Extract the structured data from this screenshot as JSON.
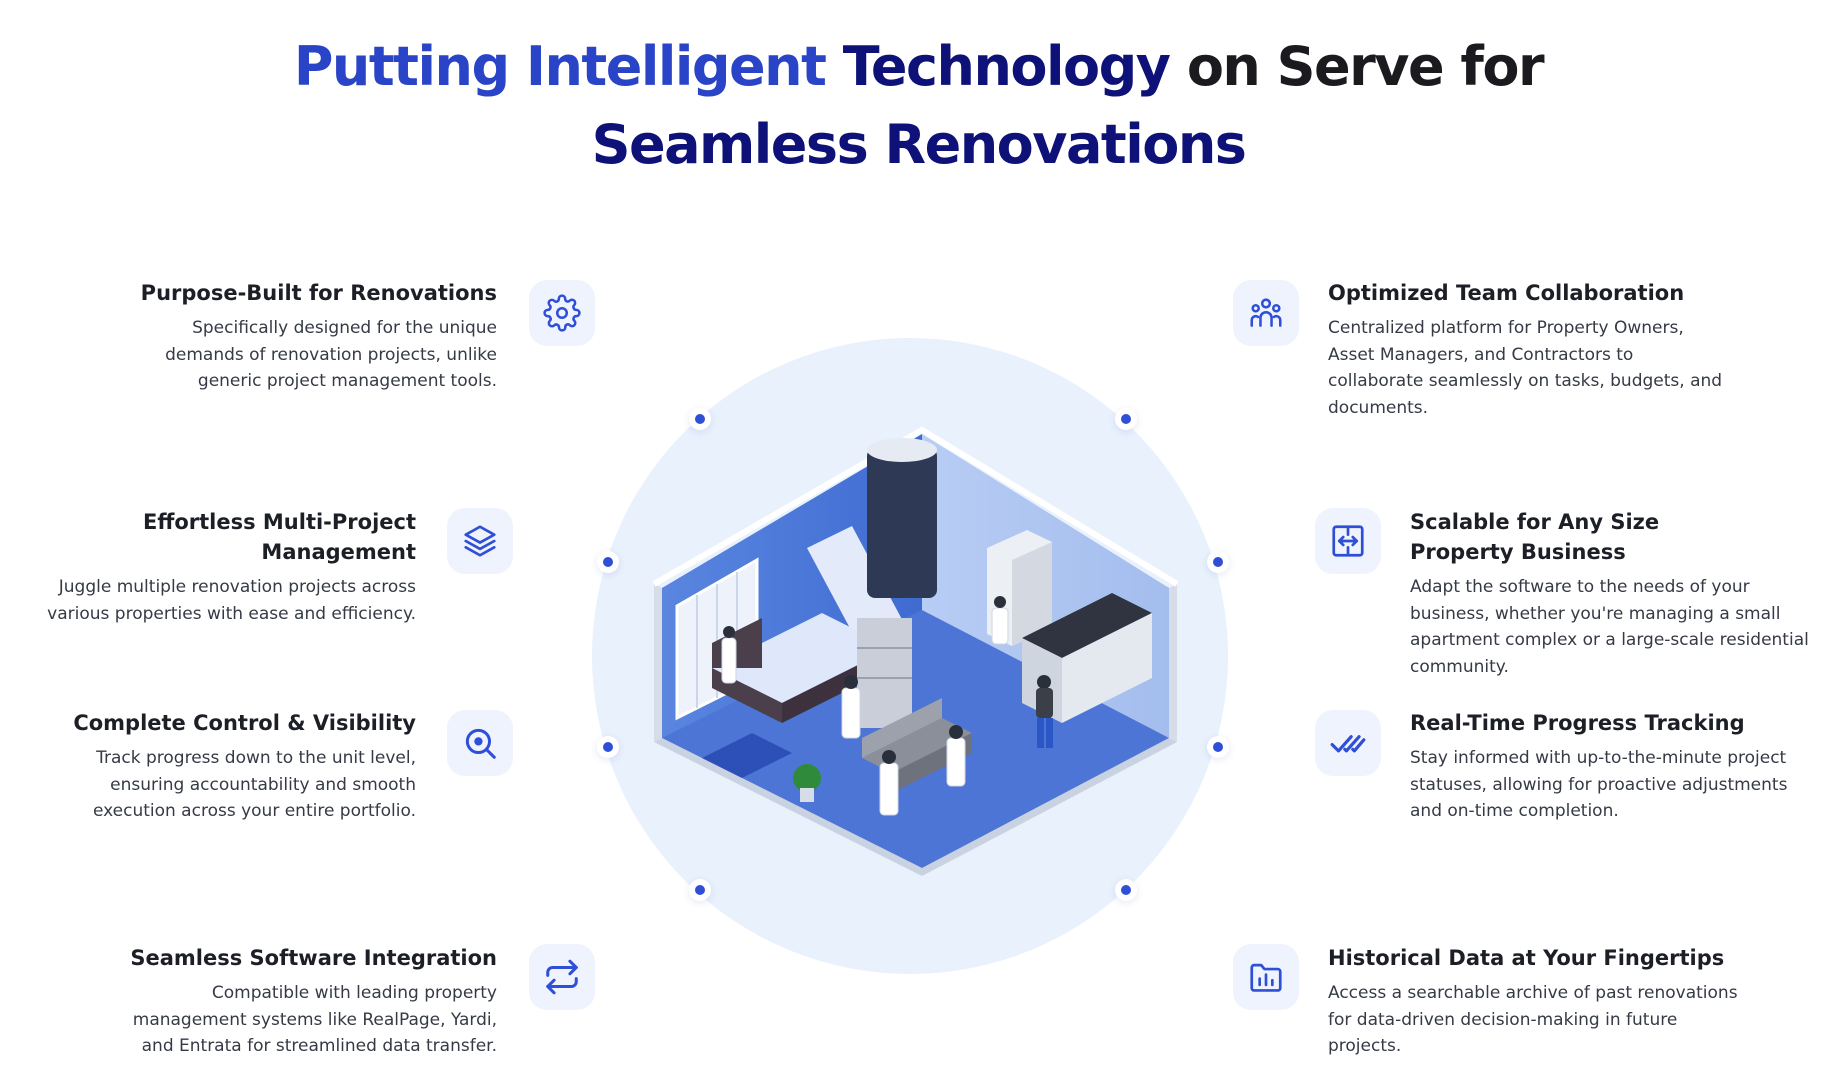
{
  "heading": {
    "part1": "Putting Intelligent",
    "part2": "Technology",
    "part3": "on Serve for",
    "line2": "Seamless Renovations"
  },
  "colors": {
    "accent_blue": "#2a44c8",
    "navy": "#0e1278",
    "icon_blue": "#2f4fd6",
    "icon_bg": "#eef3fd",
    "circle_bg": "#e9f1fd"
  },
  "features": {
    "purpose_built": {
      "title": "Purpose-Built for Renovations",
      "description": "Specifically designed for the unique demands of renovation projects, unlike generic project management tools.",
      "icon": "gear-icon"
    },
    "multi_project": {
      "title": "Effortless Multi-Project Management",
      "description": "Juggle multiple renovation projects across various properties with ease and efficiency.",
      "icon": "layers-icon"
    },
    "control_visibility": {
      "title": "Complete Control & Visibility",
      "description": "Track progress down to the unit level, ensuring accountability and smooth execution across your entire portfolio.",
      "icon": "search-icon"
    },
    "software_integration": {
      "title": "Seamless Software Integration",
      "description": "Compatible with leading property management systems like RealPage, Yardi, and Entrata for streamlined data transfer.",
      "icon": "repeat-icon"
    },
    "team_collaboration": {
      "title": "Optimized Team Collaboration",
      "description": "Centralized platform for Property Owners, Asset Managers, and Contractors to collaborate seamlessly on tasks, budgets, and documents.",
      "icon": "team-icon"
    },
    "scalable": {
      "title": "Scalable for Any Size Property Business",
      "description": "Adapt the software to the needs of your business, whether you're managing a small apartment complex or a large-scale residential community.",
      "icon": "expand-icon"
    },
    "progress_tracking": {
      "title": "Real-Time Progress Tracking",
      "description": "Stay informed with up-to-the-minute project statuses, allowing for proactive adjustments and on-time completion.",
      "icon": "double-check-icon"
    },
    "historical_data": {
      "title": "Historical Data at Your Fingertips",
      "description": "Access a searchable archive of past renovations for data-driven decision-making in future projects.",
      "icon": "folder-chart-icon"
    }
  }
}
